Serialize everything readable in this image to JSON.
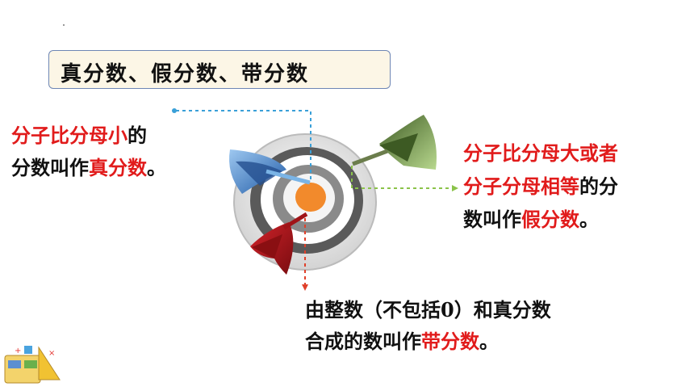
{
  "title": "真分数、假分数、带分数",
  "proper": {
    "line1_red": "分子比分母小",
    "line1_black": "的",
    "line2_black": "分数叫作",
    "line2_red": "真分数",
    "line2_end": "。"
  },
  "improper": {
    "line1_red": "分子比分母大或者",
    "line2_red": "分子分母相等",
    "line2_black": "的分",
    "line3_black": "数叫作",
    "line3_red": "假分数",
    "line3_end": "。"
  },
  "mixed": {
    "line1": "由整数（不包括0）和真分数",
    "line2_black": "合成的数叫作",
    "line2_red": "带分数",
    "line2_end": "。"
  },
  "colors": {
    "red_text": "#e11b1b",
    "blue_dart": "#2f6db5",
    "green_dart": "#4f6b2d",
    "red_dart": "#b5151a",
    "bullseye": "#f28a2c",
    "connector_blue": "#3aa0d8",
    "connector_green": "#8bc34a",
    "connector_red": "#e0402a"
  },
  "icons": [
    "dart-target-icon",
    "blue-dart-icon",
    "green-dart-icon",
    "red-dart-icon",
    "math-tools-icon"
  ]
}
